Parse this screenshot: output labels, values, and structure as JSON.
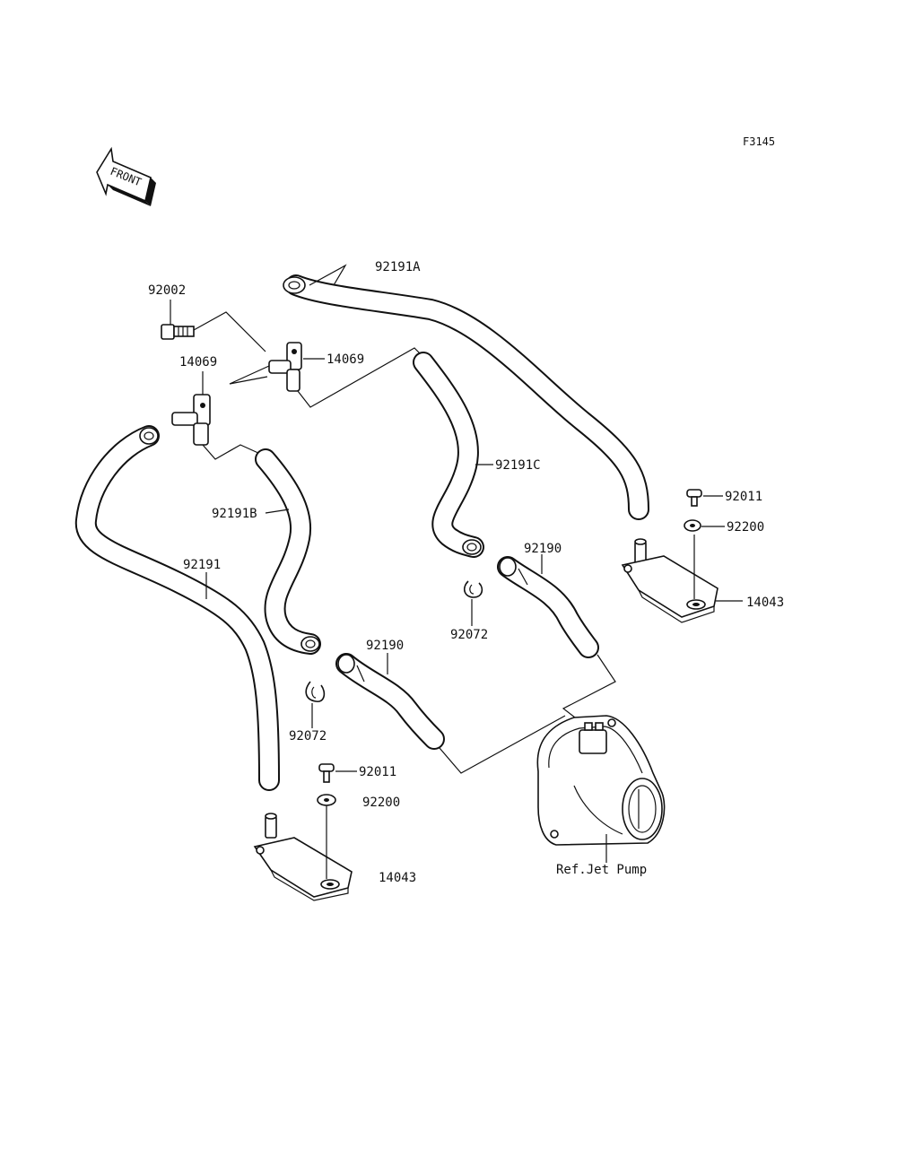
{
  "figure_code": "F3145",
  "front_label": "FRONT",
  "labels": {
    "p92191A": "92191A",
    "p92002": "92002",
    "p14069_upper": "14069",
    "p14069_left": "14069",
    "p92191C": "92191C",
    "p92191B": "92191B",
    "p92191": "92191",
    "p92190_right": "92190",
    "p92190_center": "92190",
    "p92072_right": "92072",
    "p92072_left": "92072",
    "p92011_right": "92011",
    "p92200_right": "92200",
    "p14043_right": "14043",
    "p92011_left": "92011",
    "p92200_left": "92200",
    "p14043_left": "14043",
    "ref_jet_pump": "Ref.Jet Pump"
  },
  "colors": {
    "line": "#111111",
    "background": "#ffffff"
  }
}
